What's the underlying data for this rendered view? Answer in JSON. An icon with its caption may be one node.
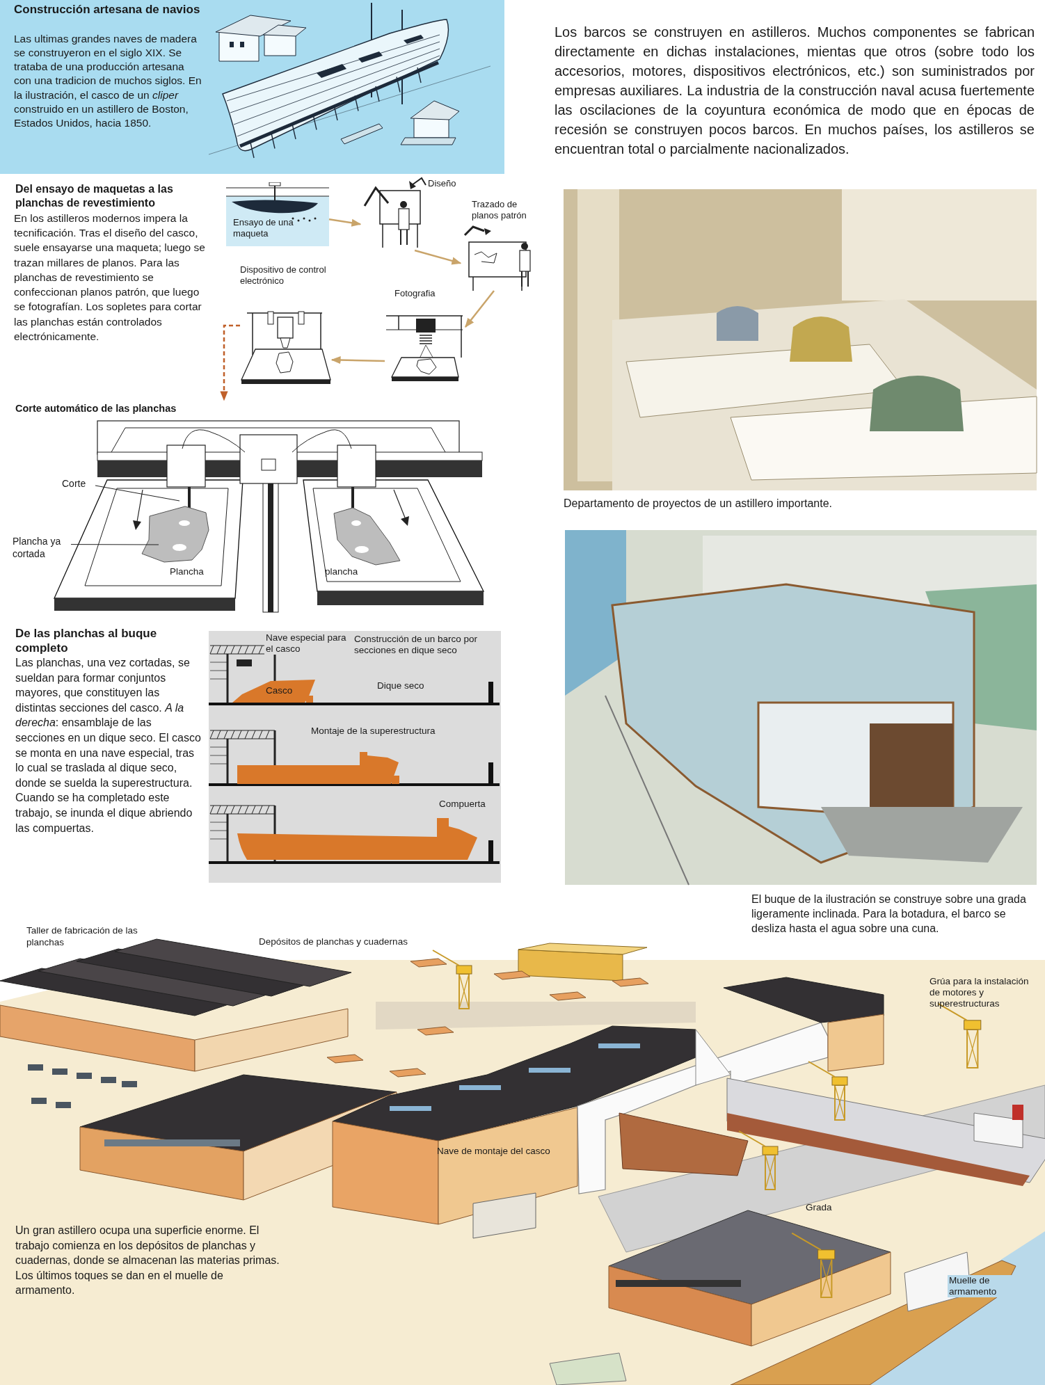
{
  "diagram": {
    "nodes": [
      {
        "text": [
          "Ensayo de una maqueta"
        ]
      },
      {
        "text": [
          "Diseño"
        ]
      },
      {
        "text": [
          "Trazado de planos patrón"
        ]
      },
      {
        "text": [
          "Fotografia"
        ]
      },
      {
        "text": [
          "Dispositivo de control electrónico"
        ]
      },
      {
        "text": [
          "Corte automático de las planchas"
        ]
      },
      {
        "text": [
          "Corte"
        ],
        "in": 5
      },
      {
        "text": [
          "Plancha ya cortada"
        ],
        "in": 5
      }
    ],
    "edges": [
      {
        "from": 0,
        "to": 1,
        "arrow": "to"
      },
      {
        "from": 1,
        "to": 2,
        "arrow": "to"
      },
      {
        "from": 2,
        "to": 3,
        "arrow": "to"
      },
      {
        "from": 3,
        "to": 4,
        "arrow": "to"
      },
      {
        "from": 4,
        "to": 5,
        "arrow": "to",
        "style": "dashed",
        "color": "#c0602a"
      },
      {
        "from": 6,
        "to": null,
        "arrow": "none",
        "color": "#222222"
      },
      {
        "from": 7,
        "to": null,
        "arrow": "none",
        "color": "#222222"
      }
    ],
    "labels": [
      "Construcción artesana de navios",
      "Las ultimas grandes naves de madera se construyeron en el siglo XIX. Se trataba de una producción artesana con una tradicion de muchos siglos. En la ilustración, el casco de un *cliper* construido en un astillero de Boston, Estados Unidos, hacia 1850.",
      "Los barcos se construyen en astilleros. Muchos componentes se fabrican directamente en dichas instalaciones, mientas que otros (sobre todo los accesorios, motores, dispositivos electrónicos, etc.) son suministrados por empresas auxiliares. La industria de la construcción naval acusa fuertemente las oscilaciones de la coyuntura económica de modo que en épocas de recesión se construyen pocos barcos. En muchos países, los astilleros se encuentran total o parcialmente nacionalizados.",
      "Del ensayo de maquetas a las planchas de revestimiento",
      "En los astilleros modernos impera la tecnificación. Tras el diseño del casco, suele ensayarse una maqueta; luego se trazan millares de planos. Para las planchas de revestimiento se confeccionan planos patrón, que luego se fotografían. Los sopletes para cortar las planchas están controlados electrónicamente.",
      "Departamento de proyectos de un astillero importante.",
      "Plancha",
      "plancha",
      "De las planchas al buque completo",
      "Las planchas, una vez cortadas, se sueldan para formar conjuntos mayores, que constituyen las distintas secciones del casco. *A la derecha*: ensamblaje de las secciones en un dique seco. El casco se monta en una nave especial, tras lo cual se traslada al dique seco, donde se suelda la superestructura. Cuando se ha completado este trabajo, se inunda el dique abriendo las compuertas.",
      "Nave especial para el casco",
      "Construcción de un barco por secciones en dique seco",
      "Casco",
      "Dique seco",
      "Montaje de la superestructura",
      "Compuerta",
      "El buque de la ilustración se construye sobre una grada ligeramente inclinada. Para la botadura, el barco se desliza hasta el agua sobre una cuna.",
      "Taller de fabricación de las planchas",
      "Depósitos de planchas y cuadernas",
      "Grúa para la instalación de motores y superestructuras",
      "Nave de montaje del casco",
      "Grada",
      "Muelle de armamento",
      "Un gran astillero ocupa una superficie enorme. El trabajo comienza en los depósitos de planchas y cuadernas, donde se almacenan las materias primas. Los últimos toques se dan en el muelle de armamento."
    ]
  }
}
